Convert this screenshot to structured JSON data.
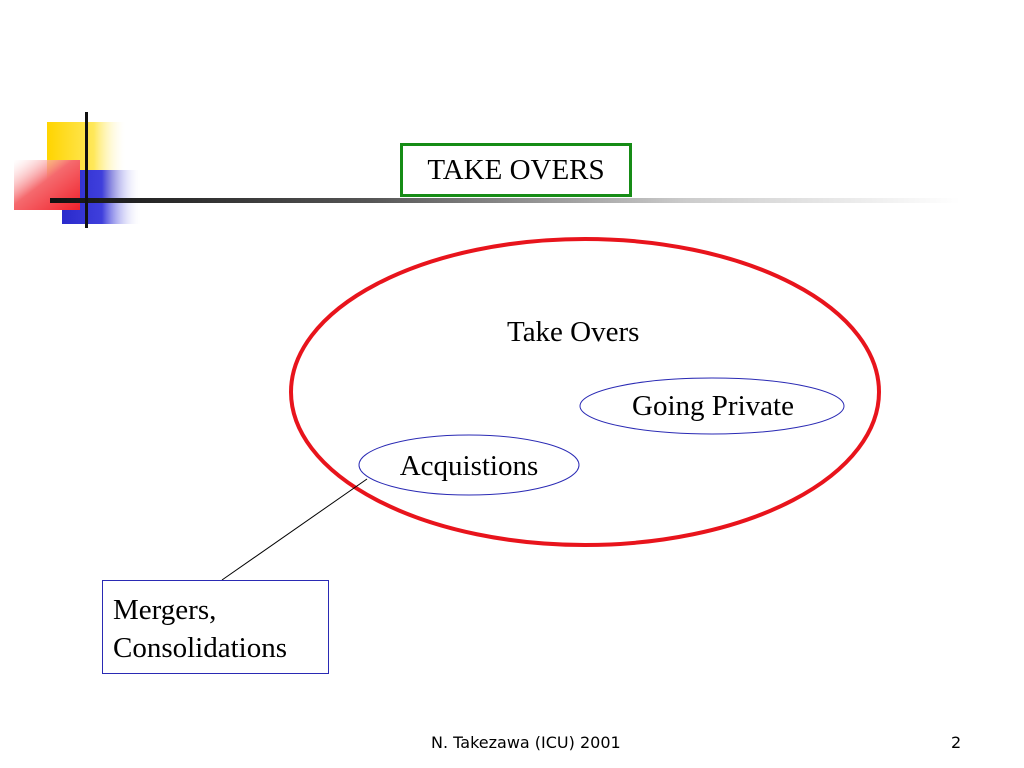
{
  "slide": {
    "title": "TAKE OVERS",
    "footer": "N. Takezawa (ICU) 2001",
    "page_number": "2"
  },
  "diagram": {
    "outer_label": "Take Overs",
    "going_private_label": "Going Private",
    "acquisitions_label": "Acquistions",
    "sub_box_lines": [
      "Mergers,",
      "Consolidations"
    ]
  },
  "colors": {
    "title_border": "#168c16",
    "outer_ellipse": "#e8141c",
    "inner_ellipse": "#2a2ab4",
    "deco_yellow": "#ffd400",
    "deco_blue": "#2a2acc",
    "deco_red": "#f0202a"
  }
}
